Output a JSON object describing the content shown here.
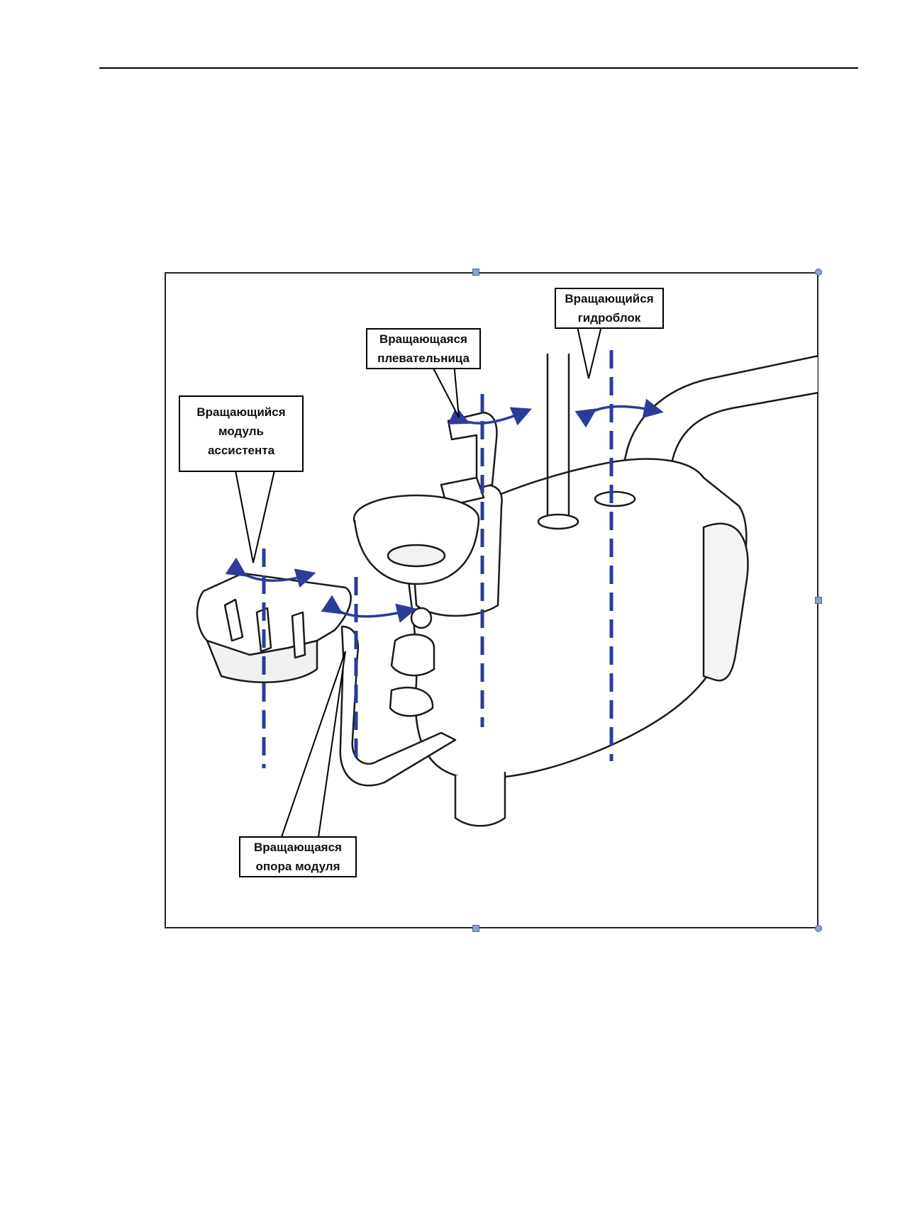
{
  "labels": {
    "hydroblock": "Вращающийся\nгидроблок",
    "spittoon": "Вращающаяся\nплевательница",
    "assistant_module": "Вращающийся\nмодуль\nассистента",
    "module_support": "Вращающаяся\nопора модуля"
  },
  "colors": {
    "axis": "#2b3c9a",
    "outline": "#1a1a1a",
    "handle": "#8aa4c8"
  }
}
